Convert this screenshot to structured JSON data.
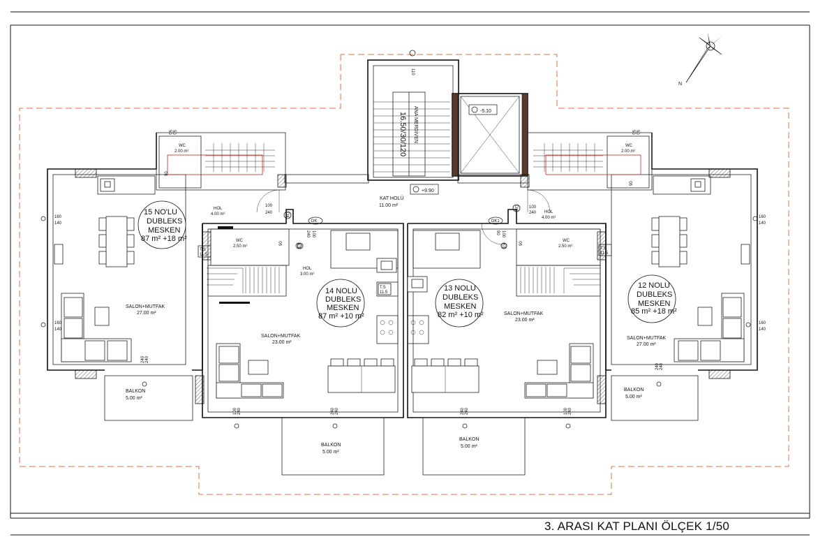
{
  "sheet": {
    "title": "3. ARASI KAT PLANI ÖLÇEK 1/50",
    "north_label": "N"
  },
  "core": {
    "stair_label": "ANA MERDİVEN",
    "stair_dims": "16.50/30/120",
    "hall_title": "KAT HOLÜ",
    "hall_area": "11.00 m²",
    "level_top": "-5.10",
    "level_bottom": "+9.90"
  },
  "units": [
    {
      "id": "u15",
      "name_1": "15 NO'LU",
      "name_2": "DUBLEKS",
      "name_3": "MESKEN",
      "area": "87 m² +18 m²"
    },
    {
      "id": "u14",
      "name_1": "14 NOLU",
      "name_2": "DUBLEKS",
      "name_3": "MESKEN",
      "area": "87 m² +10 m²"
    },
    {
      "id": "u13",
      "name_1": "13 NOLU",
      "name_2": "DUBLEKS",
      "name_3": "MESKEN",
      "area": "82 m² +10 m²"
    },
    {
      "id": "u12",
      "name_1": "12 NOLU",
      "name_2": "DUBLEKS",
      "name_3": "MESKEN",
      "area": "85 m² +18 m²"
    }
  ],
  "rooms": {
    "salon_label": "SALON+MUTFAK",
    "salon_27": "27.00 m²",
    "salon_23": "23.00 m²",
    "balkon_label": "BALKON",
    "balkon_area": "5.00 m²",
    "hol_label": "HOL",
    "hol_4": "4.00 m²",
    "hol_3": "3.00 m²",
    "wc_label": "WC",
    "wc_2": "2.00 m²",
    "wc_250": "2.50 m²"
  },
  "openings": {
    "w160": "160",
    "w140": "140",
    "w240": "240",
    "w100": "100",
    "w90": "90",
    "w50": "50",
    "w110": "110"
  },
  "tags": {
    "dk": "DK",
    "dk1": "DK1",
    "k3": "K3",
    "ts": "T.S",
    "ts_size": "11.5"
  }
}
